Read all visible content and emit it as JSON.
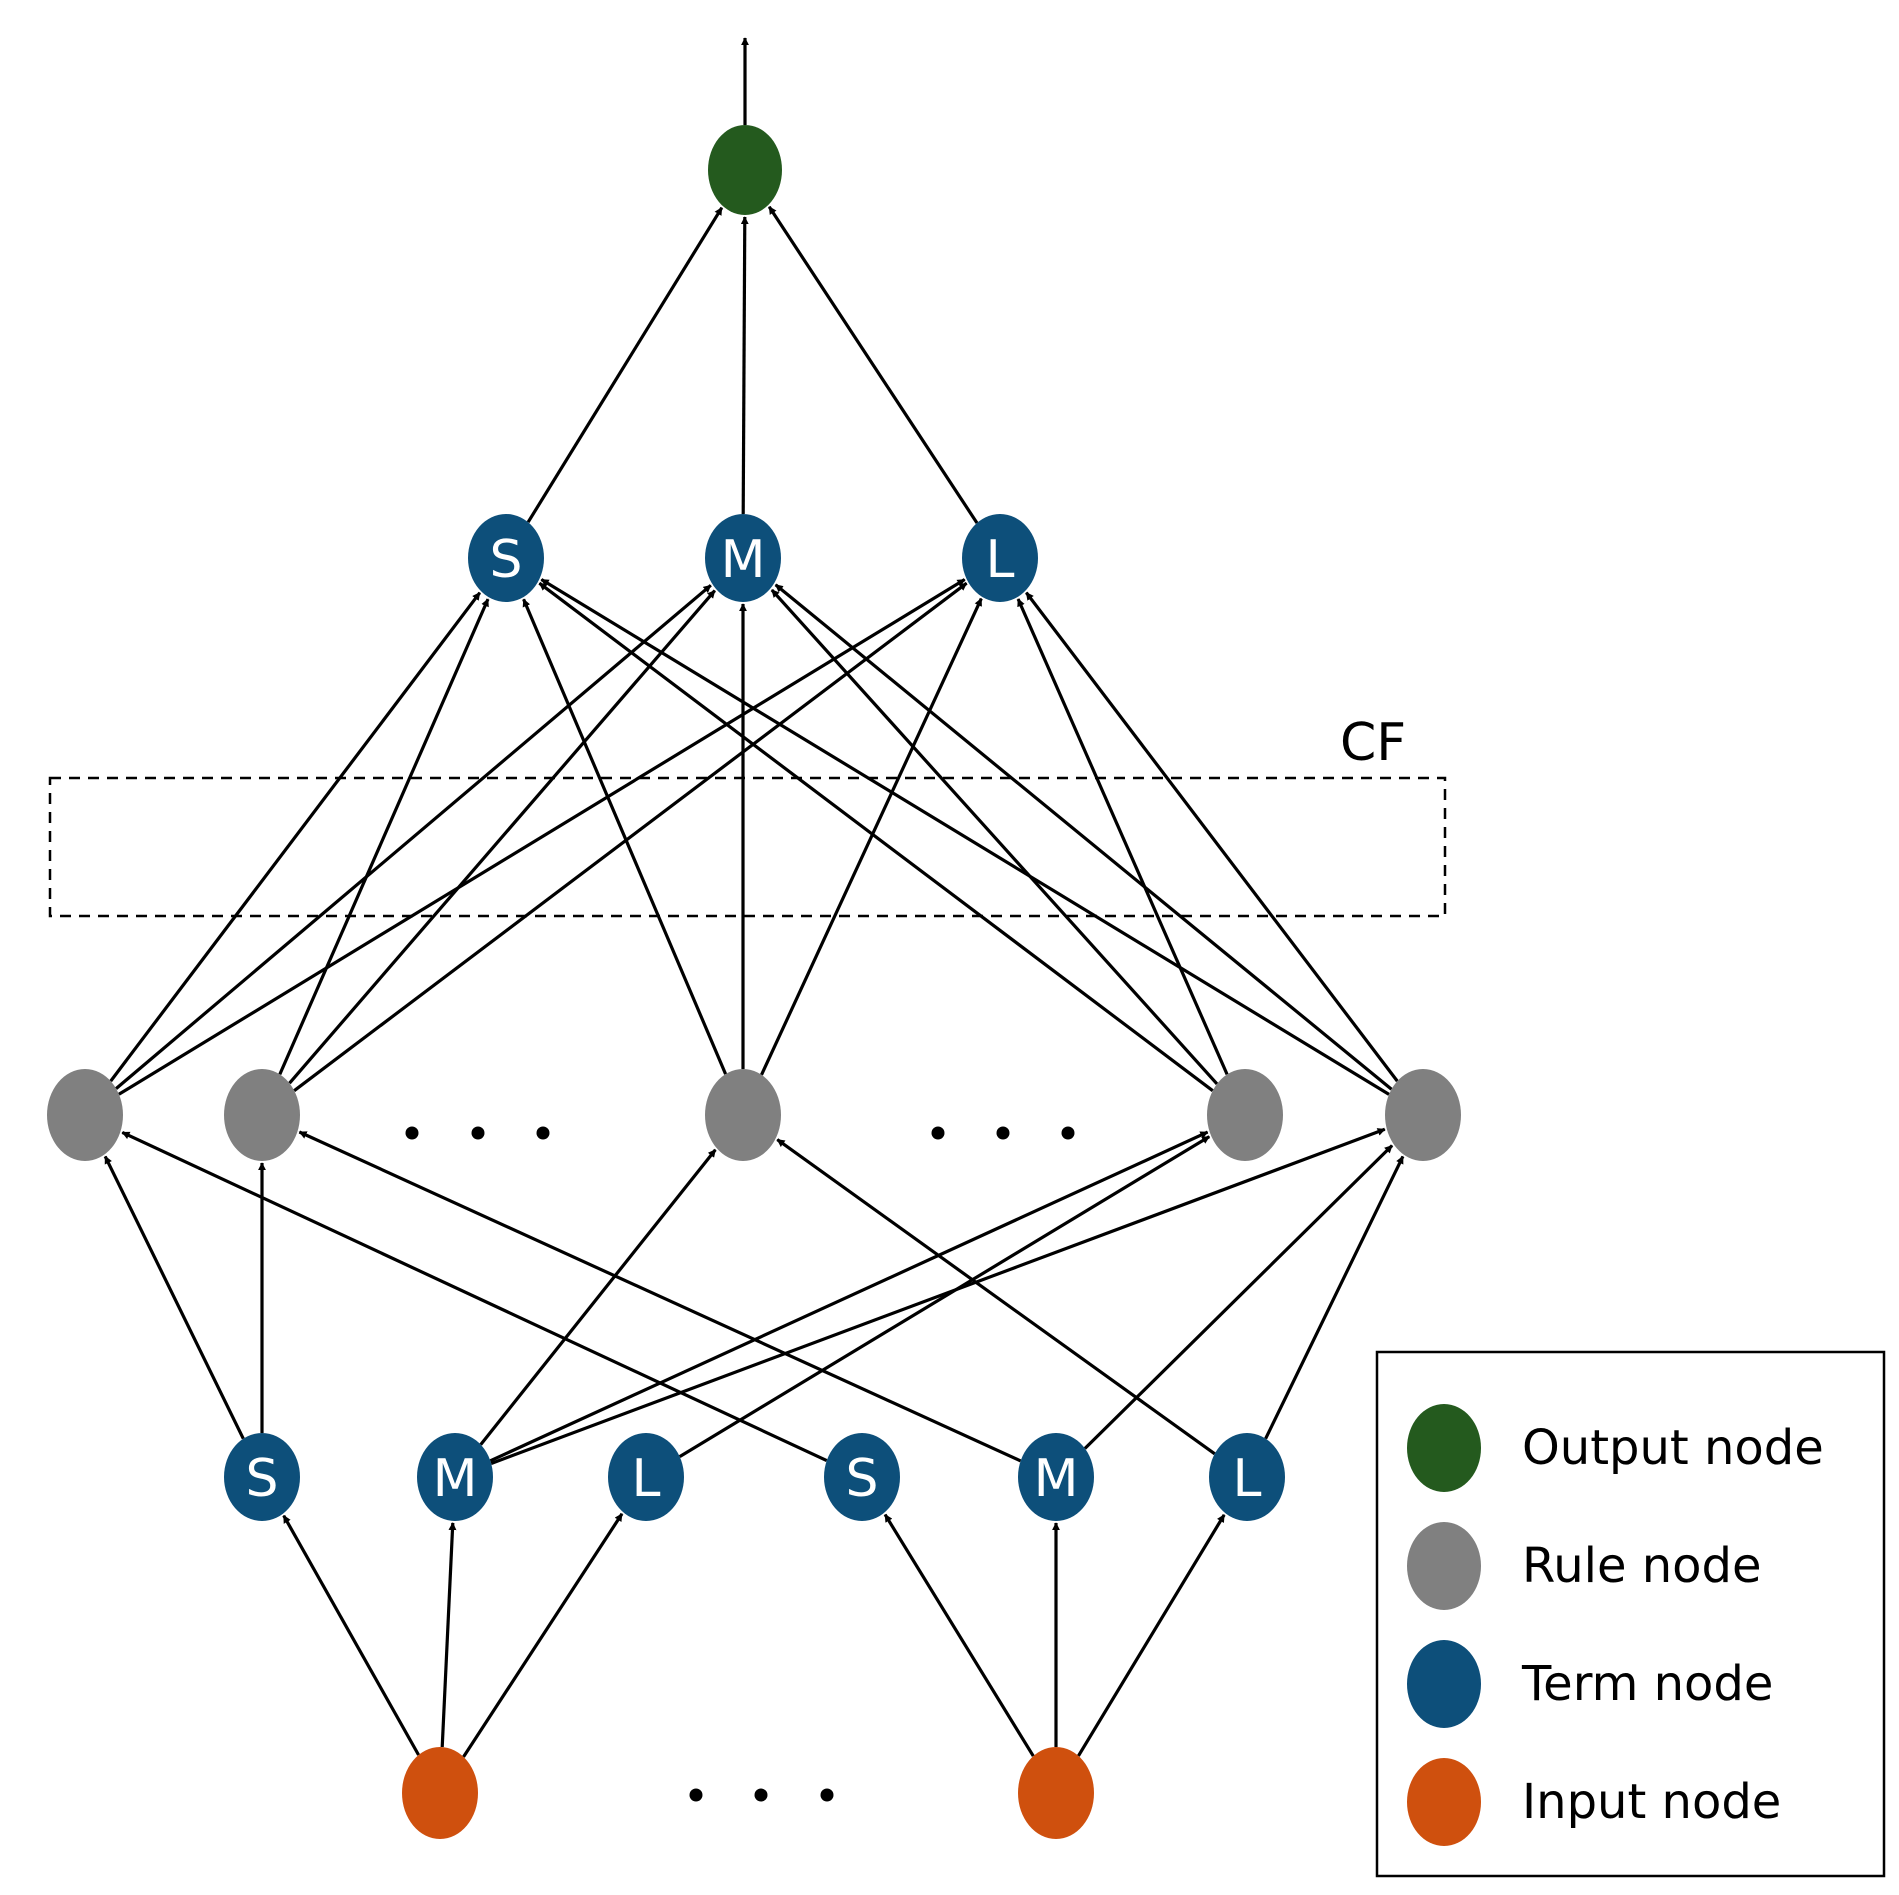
{
  "colors": {
    "output": "#245a1e",
    "rule": "#808080",
    "term": "#0d4f7a",
    "input": "#cf500e",
    "edge": "#000000"
  },
  "output_node": {
    "type": "output"
  },
  "top_terms": [
    {
      "label": "S",
      "type": "term"
    },
    {
      "label": "M",
      "type": "term"
    },
    {
      "label": "L",
      "type": "term"
    }
  ],
  "cf_box": {
    "label": "CF"
  },
  "rule_nodes": [
    "rule",
    "rule",
    "rule",
    "rule",
    "rule"
  ],
  "bottom_terms": [
    {
      "label": "S",
      "type": "term"
    },
    {
      "label": "M",
      "type": "term"
    },
    {
      "label": "L",
      "type": "term"
    },
    {
      "label": "S",
      "type": "term"
    },
    {
      "label": "M",
      "type": "term"
    },
    {
      "label": "L",
      "type": "term"
    }
  ],
  "input_nodes": [
    "input",
    "input"
  ],
  "legend": {
    "items": [
      {
        "label": "Output node",
        "type": "output"
      },
      {
        "label": "Rule node",
        "type": "rule"
      },
      {
        "label": "Term node",
        "type": "term"
      },
      {
        "label": "Input node",
        "type": "input"
      }
    ]
  }
}
